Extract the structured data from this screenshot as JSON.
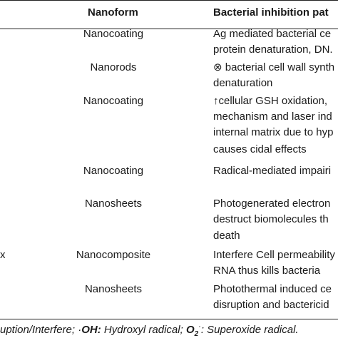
{
  "table": {
    "headers": {
      "nanoform": "Nanoform",
      "bacterial_inhibition": "Bacterial inhibition pat"
    },
    "rows": [
      {
        "left": "",
        "nanoform": "Nanocoating",
        "inhibition_lines": [
          "Ag mediated bacterial ce",
          "protein denaturation, DN."
        ]
      },
      {
        "left": "",
        "nanoform": "Nanorods",
        "inhibition_lines": [
          "⊗ bacterial cell wall synth",
          "denaturation"
        ]
      },
      {
        "left": "",
        "nanoform": "Nanocoating",
        "inhibition_lines": [
          "↑cellular GSH oxidation,",
          "mechanism and laser ind",
          "internal matrix due to hyp",
          "causes cidal effects"
        ]
      },
      {
        "left": "",
        "nanoform": "Nanocoating",
        "inhibition_lines": [
          "Radical-mediated impairi"
        ]
      },
      {
        "left": "",
        "nanoform": "Nanosheets",
        "inhibition_lines": [
          "Photogenerated electron",
          "destruct biomolecules th",
          "death"
        ]
      },
      {
        "left": "x",
        "nanoform": "Nanocomposite",
        "inhibition_lines": [
          "Interfere Cell permeability",
          "RNA thus kills bacteria"
        ]
      },
      {
        "left": "",
        "nanoform": "Nanosheets",
        "inhibition_lines": [
          "Photothermal induced ce",
          "disruption and bactericid"
        ]
      }
    ]
  },
  "footnote": {
    "part1": "uption/Interfere; ·",
    "oh_bold": "OH:",
    "part2": " Hydroxyl radical; ",
    "o2_bold": "O",
    "o2_sub": "2",
    "o2_dot": "·",
    "part3": ": Superoxide radical."
  }
}
